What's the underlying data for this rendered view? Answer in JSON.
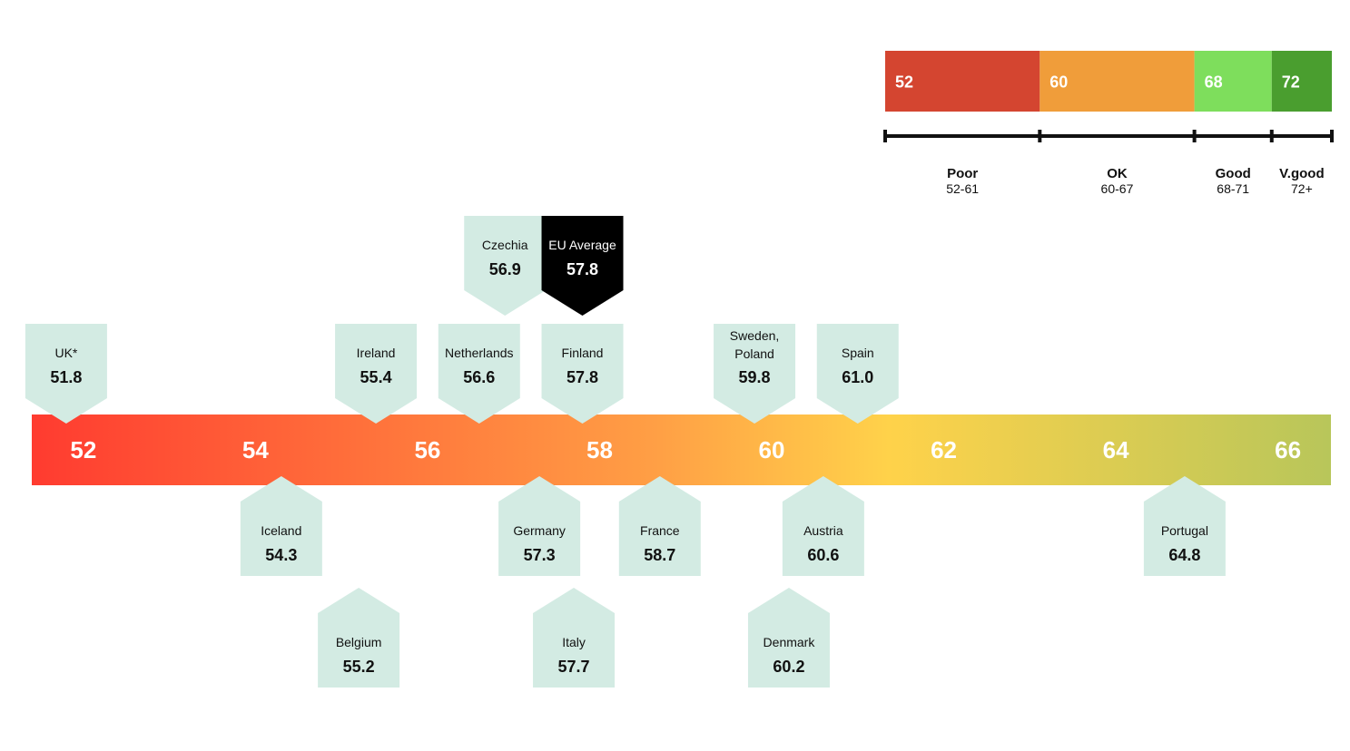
{
  "chart_data": {
    "type": "scatter",
    "axis": {
      "min": 51.4,
      "max": 66.5,
      "ticks": [
        52,
        54,
        56,
        58,
        60,
        62,
        64,
        66
      ],
      "gradient": [
        "#ff3b30",
        "#ff7a3d",
        "#ff9f45",
        "#ffd24a",
        "#b8c65a"
      ]
    },
    "markers_above": [
      {
        "label": "UK*",
        "value": 51.8,
        "level": 1
      },
      {
        "label": "Ireland",
        "value": 55.4,
        "level": 1
      },
      {
        "label": "Netherlands",
        "value": 56.6,
        "level": 1
      },
      {
        "label": "Czechia",
        "value": 56.9,
        "level": 2
      },
      {
        "label": "Finland",
        "value": 57.8,
        "level": 1
      },
      {
        "label": "EU Average",
        "value": 57.8,
        "level": 2,
        "highlight": true
      },
      {
        "label": "Sweden,\nPoland",
        "value": 59.8,
        "level": 1
      },
      {
        "label": "Spain",
        "value": 61.0,
        "level": 1
      }
    ],
    "markers_below": [
      {
        "label": "Iceland",
        "value": 54.3,
        "level": 1
      },
      {
        "label": "Belgium",
        "value": 55.2,
        "level": 2
      },
      {
        "label": "Germany",
        "value": 57.3,
        "level": 1
      },
      {
        "label": "Italy",
        "value": 57.7,
        "level": 2
      },
      {
        "label": "France",
        "value": 58.7,
        "level": 1
      },
      {
        "label": "Austria",
        "value": 60.6,
        "level": 1
      },
      {
        "label": "Denmark",
        "value": 60.2,
        "level": 2
      },
      {
        "label": "Portugal",
        "value": 64.8,
        "level": 1
      }
    ],
    "legend": {
      "min": 52,
      "max": 78,
      "bands": [
        {
          "start": 52,
          "end": 61,
          "start_label": "52",
          "name": "Poor",
          "range": "52-61",
          "color": "#d44530"
        },
        {
          "start": 61,
          "end": 70,
          "start_label": "60",
          "name": "OK",
          "range": "60-67",
          "color": "#f09d3a"
        },
        {
          "start": 70,
          "end": 74.5,
          "start_label": "68",
          "name": "Good",
          "range": "68-71",
          "color": "#7ede5c"
        },
        {
          "start": 74.5,
          "end": 78,
          "start_label": "72",
          "name": "V.good",
          "range": "72+",
          "color": "#4a9e2f"
        }
      ]
    }
  }
}
